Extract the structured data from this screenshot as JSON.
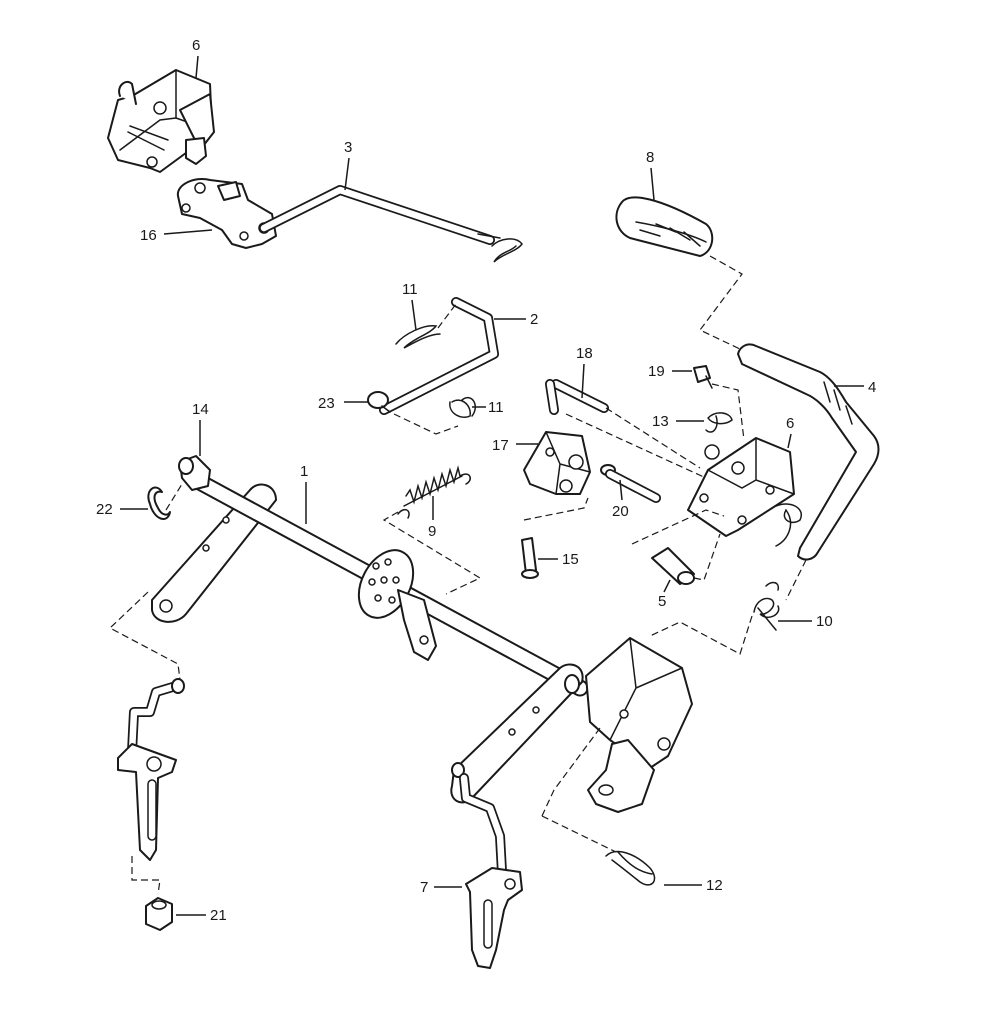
{
  "callouts": {
    "c1": "1",
    "c2": "2",
    "c3": "3",
    "c4": "4",
    "c5": "5",
    "c6a": "6",
    "c6b": "6",
    "c7": "7",
    "c8": "8",
    "c9": "9",
    "c10": "10",
    "c11a": "11",
    "c11b": "11",
    "c12": "12",
    "c13": "13",
    "c14": "14",
    "c15": "15",
    "c16": "16",
    "c17": "17",
    "c18": "18",
    "c19": "19",
    "c20": "20",
    "c21": "21",
    "c22": "22",
    "c23": "23"
  },
  "colors": {
    "ink": "#1a1a1a",
    "paper": "#ffffff"
  }
}
